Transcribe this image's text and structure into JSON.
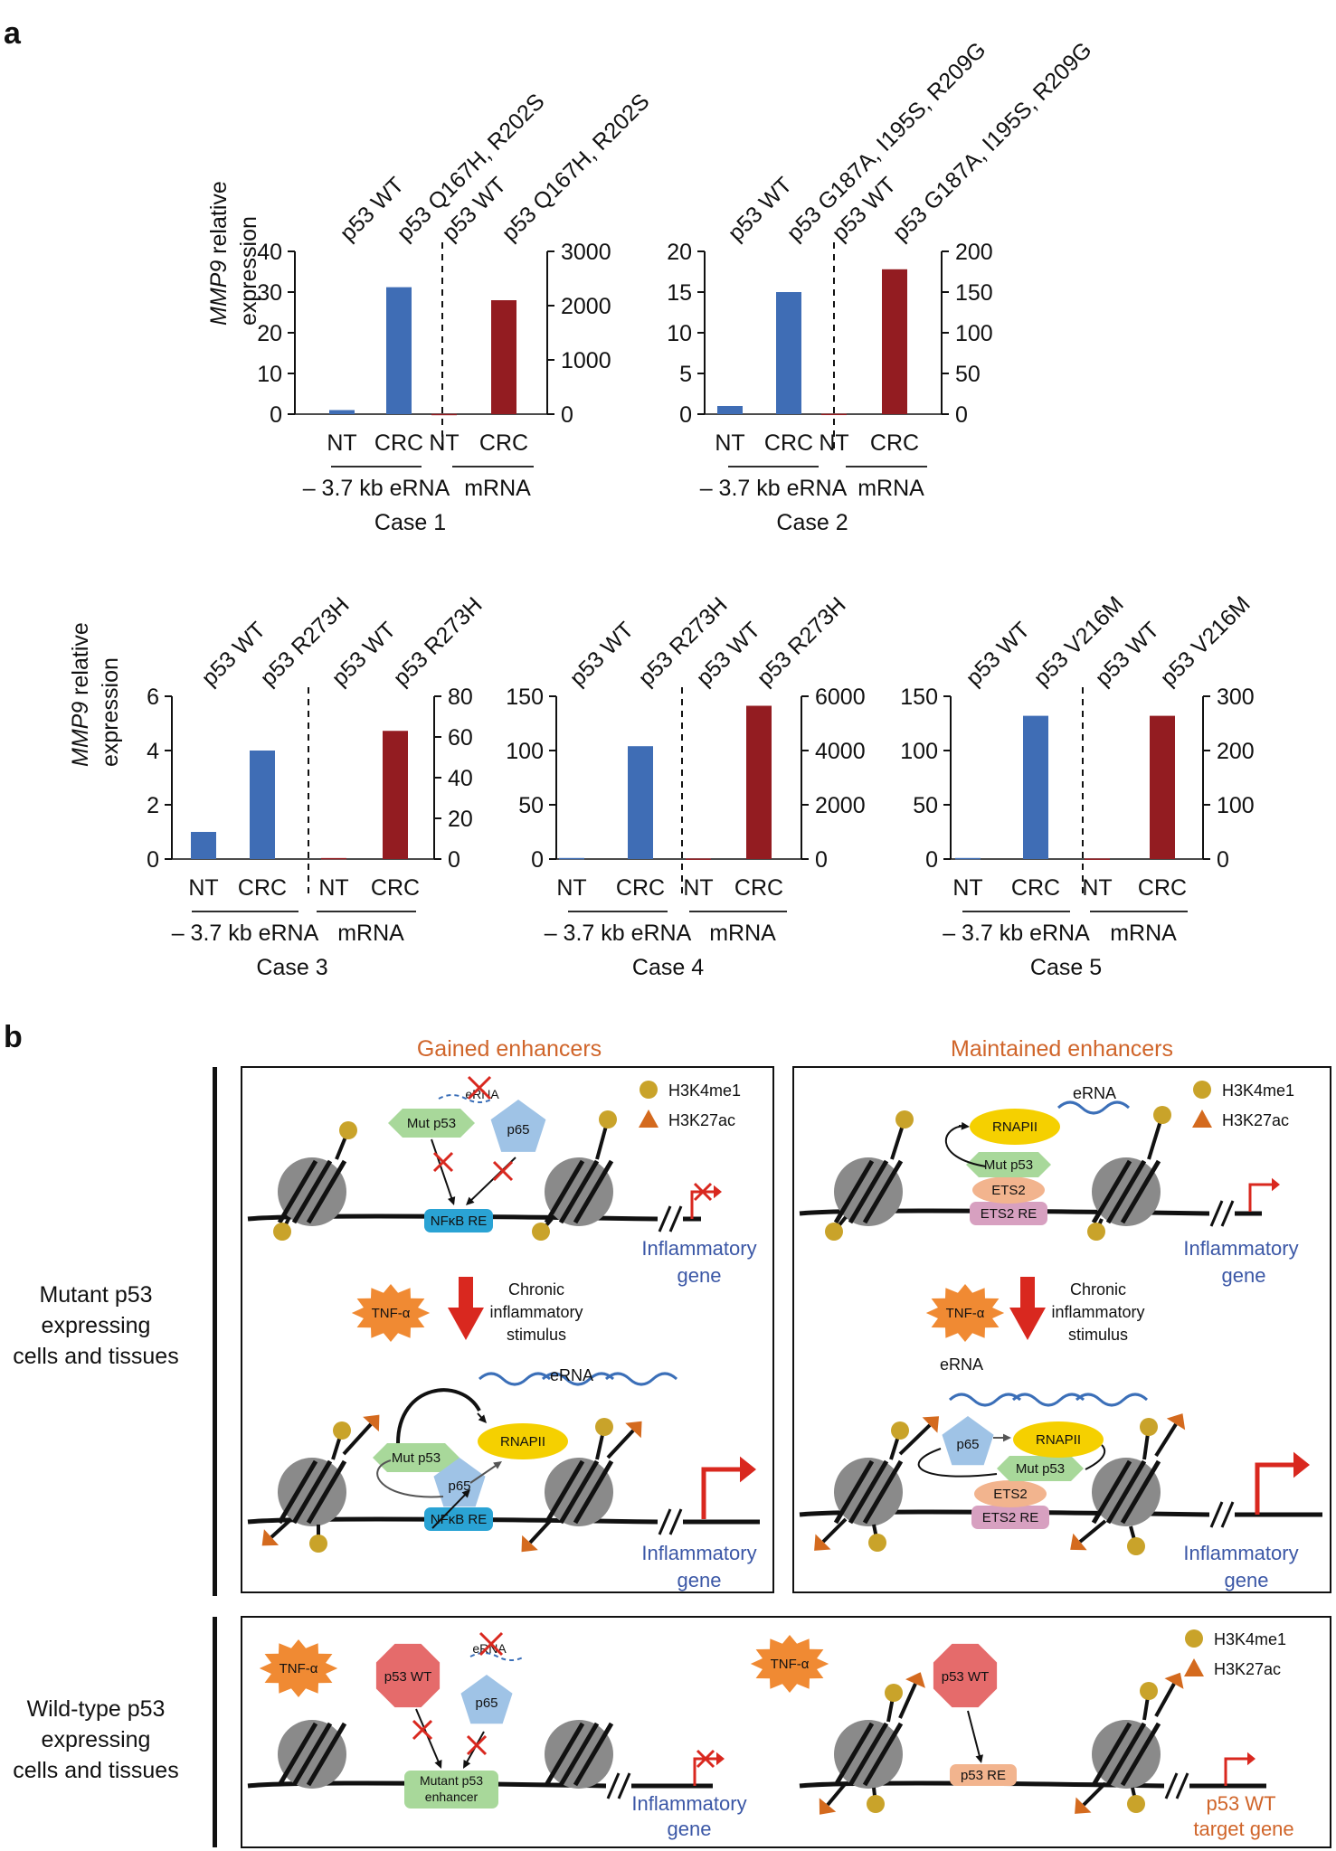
{
  "panel_a": {
    "label": "a",
    "y_label_italic": "MMP9",
    "y_label_rest": " relative",
    "y_label_line2": "expression",
    "x_lane_labels": [
      "NT",
      "CRC",
      "NT",
      "CRC"
    ],
    "group_labels": [
      "– 3.7 kb eRNA",
      "mRNA"
    ]
  },
  "chart_data": [
    {
      "type": "bar",
      "title": "Case 1",
      "column_labels": [
        "p53 WT",
        "p53 Q167H, R202S",
        "p53 WT",
        "p53 Q167H, R202S"
      ],
      "series": [
        {
          "name": "– 3.7 kb eRNA",
          "categories": [
            "NT",
            "CRC"
          ],
          "values": [
            1,
            31.2
          ],
          "axis": "left",
          "ylim": [
            0,
            40
          ],
          "yticks": [
            "0",
            "10",
            "20",
            "30",
            "40"
          ]
        },
        {
          "name": "mRNA",
          "categories": [
            "NT",
            "CRC"
          ],
          "values": [
            5,
            2100
          ],
          "axis": "right",
          "ylim": [
            0,
            3000
          ],
          "yticks": [
            "0",
            "1000",
            "2000",
            "3000"
          ]
        }
      ],
      "colors": [
        "#3f6db5",
        "#931c21"
      ]
    },
    {
      "type": "bar",
      "title": "Case 2",
      "column_labels": [
        "p53 WT",
        "p53 G187A, I195S, R209G",
        "p53 WT",
        "p53 G187A, I195S, R209G"
      ],
      "series": [
        {
          "name": "– 3.7 kb eRNA",
          "categories": [
            "NT",
            "CRC"
          ],
          "values": [
            1,
            15
          ],
          "axis": "left",
          "ylim": [
            0,
            20
          ],
          "yticks": [
            "0",
            "5",
            "10",
            "15",
            "20"
          ]
        },
        {
          "name": "mRNA",
          "categories": [
            "NT",
            "CRC"
          ],
          "values": [
            0.5,
            178
          ],
          "axis": "right",
          "ylim": [
            0,
            200
          ],
          "yticks": [
            "0",
            "50",
            "100",
            "150",
            "200"
          ]
        }
      ],
      "colors": [
        "#3f6db5",
        "#931c21"
      ]
    },
    {
      "type": "bar",
      "title": "Case 3",
      "column_labels": [
        "p53 WT",
        "p53 R273H",
        "p53 WT",
        "p53 R273H"
      ],
      "series": [
        {
          "name": "– 3.7 kb eRNA",
          "categories": [
            "NT",
            "CRC"
          ],
          "values": [
            1,
            4
          ],
          "axis": "left",
          "ylim": [
            0,
            6
          ],
          "yticks": [
            "0",
            "2",
            "4",
            "6"
          ]
        },
        {
          "name": "mRNA",
          "categories": [
            "NT",
            "CRC"
          ],
          "values": [
            0.5,
            63
          ],
          "axis": "right",
          "ylim": [
            0,
            80
          ],
          "yticks": [
            "0",
            "20",
            "40",
            "60",
            "80"
          ]
        }
      ],
      "colors": [
        "#3f6db5",
        "#931c21"
      ]
    },
    {
      "type": "bar",
      "title": "Case 4",
      "column_labels": [
        "p53 WT",
        "p53 R273H",
        "p53 WT",
        "p53 R273H"
      ],
      "series": [
        {
          "name": "– 3.7 kb eRNA",
          "categories": [
            "NT",
            "CRC"
          ],
          "values": [
            1,
            104
          ],
          "axis": "left",
          "ylim": [
            0,
            150
          ],
          "yticks": [
            "0",
            "50",
            "100",
            "150"
          ]
        },
        {
          "name": "mRNA",
          "categories": [
            "NT",
            "CRC"
          ],
          "values": [
            20,
            5650
          ],
          "axis": "right",
          "ylim": [
            0,
            6000
          ],
          "yticks": [
            "0",
            "2000",
            "4000",
            "6000"
          ]
        }
      ],
      "colors": [
        "#3f6db5",
        "#931c21"
      ]
    },
    {
      "type": "bar",
      "title": "Case 5",
      "column_labels": [
        "p53 WT",
        "p53 V216M",
        "p53 WT",
        "p53 V216M"
      ],
      "series": [
        {
          "name": "– 3.7 kb eRNA",
          "categories": [
            "NT",
            "CRC"
          ],
          "values": [
            1,
            132
          ],
          "axis": "left",
          "ylim": [
            0,
            150
          ],
          "yticks": [
            "0",
            "50",
            "100",
            "150"
          ]
        },
        {
          "name": "mRNA",
          "categories": [
            "NT",
            "CRC"
          ],
          "values": [
            1,
            264
          ],
          "axis": "right",
          "ylim": [
            0,
            300
          ],
          "yticks": [
            "0",
            "100",
            "200",
            "300"
          ]
        }
      ],
      "colors": [
        "#3f6db5",
        "#931c21"
      ]
    }
  ],
  "panel_b": {
    "label": "b",
    "col_gained": "Gained enhancers",
    "col_maintained": "Maintained enhancers",
    "row_mutant": [
      "Mutant p53",
      "expressing",
      "cells and tissues"
    ],
    "row_wildtype": [
      "Wild-type p53",
      "expressing",
      "cells and tissues"
    ],
    "legend": {
      "h3k4": "H3K4me1",
      "h3k27": "H3K27ac"
    },
    "stimulus": [
      "Chronic",
      "inflammatory",
      "stimulus"
    ],
    "labels": {
      "mut_p53": "Mut p53",
      "p65": "p65",
      "rnapii": "RNAPII",
      "erna": "eRNA",
      "nfkb_re": "NFκB RE",
      "ets2": "ETS2",
      "ets2_re": "ETS2 RE",
      "tnf": "TNF-α",
      "p53wt": "p53 WT",
      "mut_enh_1": "Mutant p53",
      "mut_enh_2": "enhancer",
      "p53re": "p53 RE",
      "infl_1": "Inflammatory",
      "infl_2": "gene",
      "target_1": "p53 WT",
      "target_2": "target gene"
    },
    "colors": {
      "blue_text": "#3b57a6",
      "orange_text": "#d0652a",
      "red": "#d9281f",
      "green": "#a8d89a",
      "p65": "#9fc3e6",
      "rnapii": "#f5d000",
      "nfkb": "#2aa3d4",
      "ets2": "#f2b48e",
      "ets2re": "#d7a0c0",
      "tnf": "#f08a33",
      "p53wt": "#e56b6b",
      "h3k4": "#c9a32a",
      "h3k27": "#d46a1e",
      "nuc": "#8a8a8a"
    }
  }
}
